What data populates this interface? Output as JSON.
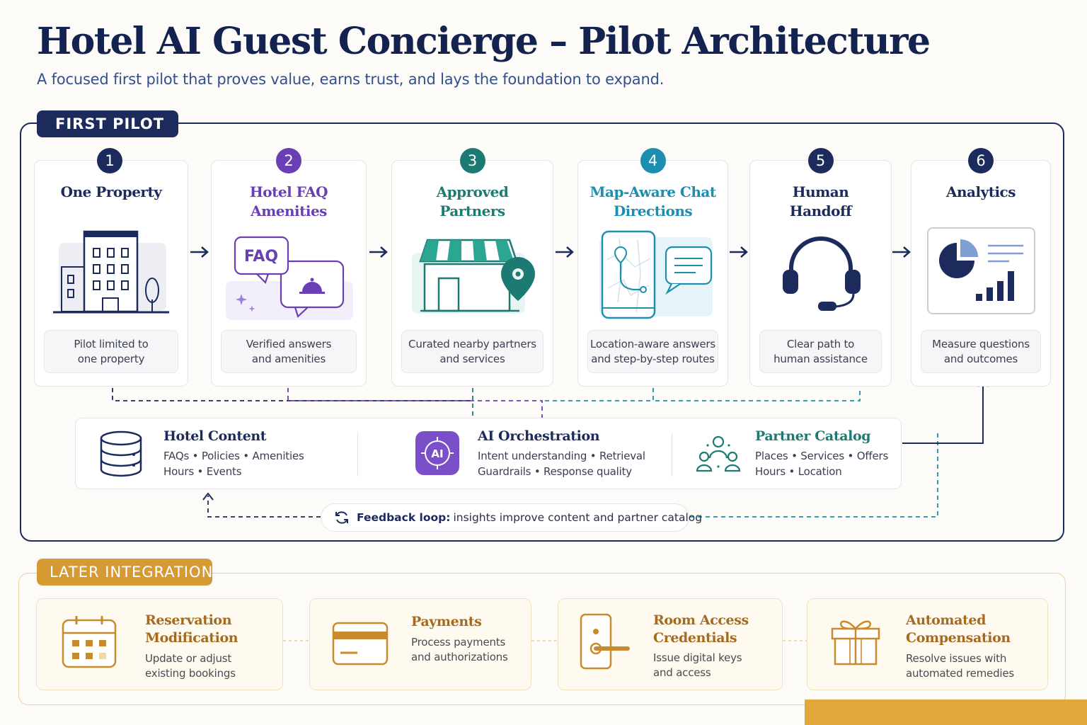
{
  "header": {
    "title": "Hotel AI Guest Concierge – Pilot Architecture",
    "subtitle": "A focused first pilot that proves value, earns trust, and lays the foundation to expand."
  },
  "pilot": {
    "badge": "FIRST PILOT",
    "steps": [
      {
        "num": "1",
        "title": "One Property",
        "desc": "Pilot limited to\none property",
        "icon": "hotel-building-icon",
        "color": "#1c2b5c"
      },
      {
        "num": "2",
        "title": "Hotel FAQ\nAmenities",
        "desc": "Verified answers\nand amenities",
        "icon": "faq-chat-icon",
        "color": "#6a3fb5"
      },
      {
        "num": "3",
        "title": "Approved\nPartners",
        "desc": "Curated nearby partners\nand services",
        "icon": "partner-store-icon",
        "color": "#1d7a72"
      },
      {
        "num": "4",
        "title": "Map-Aware Chat\nDirections",
        "desc": "Location-aware answers\nand step-by-step routes",
        "icon": "map-phone-icon",
        "color": "#1c8fb0"
      },
      {
        "num": "5",
        "title": "Human\nHandoff",
        "desc": "Clear path to\nhuman assistance",
        "icon": "headset-icon",
        "color": "#1c2b5c"
      },
      {
        "num": "6",
        "title": "Analytics",
        "desc": "Measure questions\nand outcomes",
        "icon": "analytics-chart-icon",
        "color": "#1c2b5c"
      }
    ],
    "foundation": [
      {
        "title": "Hotel Content",
        "line1": "FAQs • Policies • Amenities",
        "line2": "Hours • Events",
        "icon": "database-icon",
        "color": "#1c2b5c"
      },
      {
        "title": "AI Orchestration",
        "line1": "Intent understanding • Retrieval",
        "line2": "Guardrails • Response quality",
        "icon": "ai-chip-icon",
        "color": "#1c2b5c"
      },
      {
        "title": "Partner Catalog",
        "line1": "Places • Services • Offers",
        "line2": "Hours • Location",
        "icon": "partner-network-icon",
        "color": "#1d7a72"
      }
    ],
    "feedback": {
      "label": "Feedback loop:",
      "text": "insights improve content and partner catalog",
      "icon": "refresh-icon"
    }
  },
  "later": {
    "badge": "LATER INTEGRATION",
    "items": [
      {
        "title": "Reservation\nModification",
        "desc": "Update or adjust\nexisting bookings",
        "icon": "calendar-icon"
      },
      {
        "title": "Payments",
        "desc": "Process payments\nand authorizations",
        "icon": "credit-card-icon"
      },
      {
        "title": "Room Access\nCredentials",
        "desc": "Issue digital keys\nand access",
        "icon": "door-lock-icon"
      },
      {
        "title": "Automated\nCompensation",
        "desc": "Resolve issues with\nautomated remedies",
        "icon": "gift-icon"
      }
    ]
  },
  "colors": {
    "navy": "#1c2b5c",
    "purple": "#6a3fb5",
    "teal": "#1d7a72",
    "cyan": "#1c8fb0",
    "gold": "#d69a35"
  }
}
